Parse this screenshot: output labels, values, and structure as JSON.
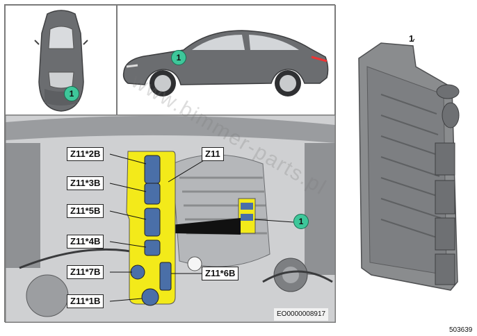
{
  "callouts": {
    "top_view": "1",
    "side_view": "1",
    "engine_bay": "1",
    "part_number": "1"
  },
  "connectors": {
    "z11": "Z11",
    "z11_2b": "Z11*2B",
    "z11_3b": "Z11*3B",
    "z11_5b": "Z11*5B",
    "z11_4b": "Z11*4B",
    "z11_7b": "Z11*7B",
    "z11_1b": "Z11*1B",
    "z11_6b": "Z11*6B"
  },
  "image_code": "EO0000008917",
  "ref_number": "503639",
  "watermark": "www.bimmer-parts.pl",
  "colors": {
    "highlight_yellow": "#f3ea1a",
    "callout_green": "#3ec79a",
    "car_body": "#6b6d70",
    "module_gray": "#8a8c8e"
  },
  "icons": {
    "car_top": "car-top-view-icon",
    "car_side": "car-side-view-icon",
    "engine_bay": "engine-bay-illustration",
    "module": "control-module-illustration"
  }
}
